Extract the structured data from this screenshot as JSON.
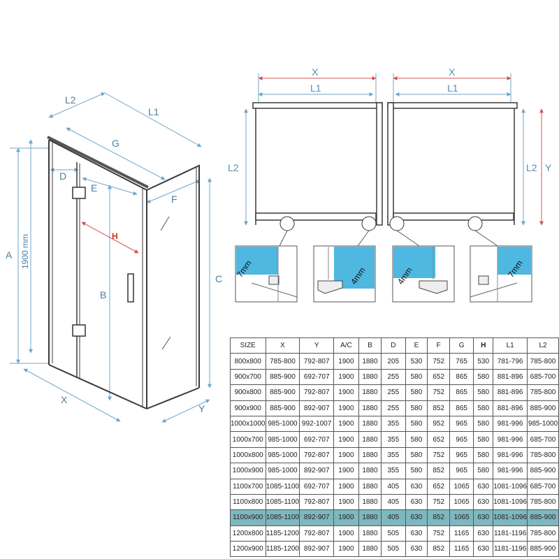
{
  "perspective": {
    "L2": "L2",
    "L1": "L1",
    "G": "G",
    "D": "D",
    "E": "E",
    "F": "F",
    "A": "A",
    "height": "1900 mm",
    "H": "H",
    "B": "B",
    "C": "C",
    "X": "X",
    "Y": "Y"
  },
  "plan_left": {
    "X": "X",
    "L1": "L1",
    "L2": "L2"
  },
  "plan_right": {
    "X": "X",
    "L1": "L1",
    "L2": "L2",
    "Y": "Y"
  },
  "details": [
    "7mm",
    "4mm",
    "4mm",
    "7mm"
  ],
  "table": {
    "headers": [
      "SIZE",
      "X",
      "Y",
      "A/C",
      "B",
      "D",
      "E",
      "F",
      "G",
      "H",
      "L1",
      "L2"
    ],
    "highlight_row": 10,
    "rows": [
      [
        "800x800",
        "785-800",
        "792-807",
        "1900",
        "1880",
        "205",
        "530",
        "752",
        "765",
        "530",
        "781-796",
        "785-800"
      ],
      [
        "900x700",
        "885-900",
        "692-707",
        "1900",
        "1880",
        "255",
        "580",
        "652",
        "865",
        "580",
        "881-896",
        "685-700"
      ],
      [
        "900x800",
        "885-900",
        "792-807",
        "1900",
        "1880",
        "255",
        "580",
        "752",
        "865",
        "580",
        "881-896",
        "785-800"
      ],
      [
        "900x900",
        "885-900",
        "892-907",
        "1900",
        "1880",
        "255",
        "580",
        "852",
        "865",
        "580",
        "881-896",
        "885-900"
      ],
      [
        "1000x1000",
        "985-1000",
        "992-1007",
        "1900",
        "1880",
        "355",
        "580",
        "952",
        "965",
        "580",
        "981-996",
        "985-1000"
      ],
      [
        "1000x700",
        "985-1000",
        "692-707",
        "1900",
        "1880",
        "355",
        "580",
        "652",
        "965",
        "580",
        "981-996",
        "685-700"
      ],
      [
        "1000x800",
        "985-1000",
        "792-807",
        "1900",
        "1880",
        "355",
        "580",
        "752",
        "965",
        "580",
        "981-996",
        "785-800"
      ],
      [
        "1000x900",
        "985-1000",
        "892-907",
        "1900",
        "1880",
        "355",
        "580",
        "852",
        "965",
        "580",
        "981-996",
        "885-900"
      ],
      [
        "1100x700",
        "1085-1100",
        "692-707",
        "1900",
        "1880",
        "405",
        "630",
        "652",
        "1065",
        "630",
        "1081-1096",
        "685-700"
      ],
      [
        "1100x800",
        "1085-1100",
        "792-807",
        "1900",
        "1880",
        "405",
        "630",
        "752",
        "1065",
        "630",
        "1081-1096",
        "785-800"
      ],
      [
        "1100x900",
        "1085-1100",
        "892-907",
        "1900",
        "1880",
        "405",
        "630",
        "852",
        "1065",
        "630",
        "1081-1096",
        "885-900"
      ],
      [
        "1200x800",
        "1185-1200",
        "792-807",
        "1900",
        "1880",
        "505",
        "630",
        "752",
        "1165",
        "630",
        "1181-1196",
        "785-800"
      ],
      [
        "1200x900",
        "1185-1200",
        "892-907",
        "1900",
        "1880",
        "505",
        "630",
        "852",
        "1165",
        "630",
        "1181-1196",
        "885-900"
      ]
    ]
  }
}
